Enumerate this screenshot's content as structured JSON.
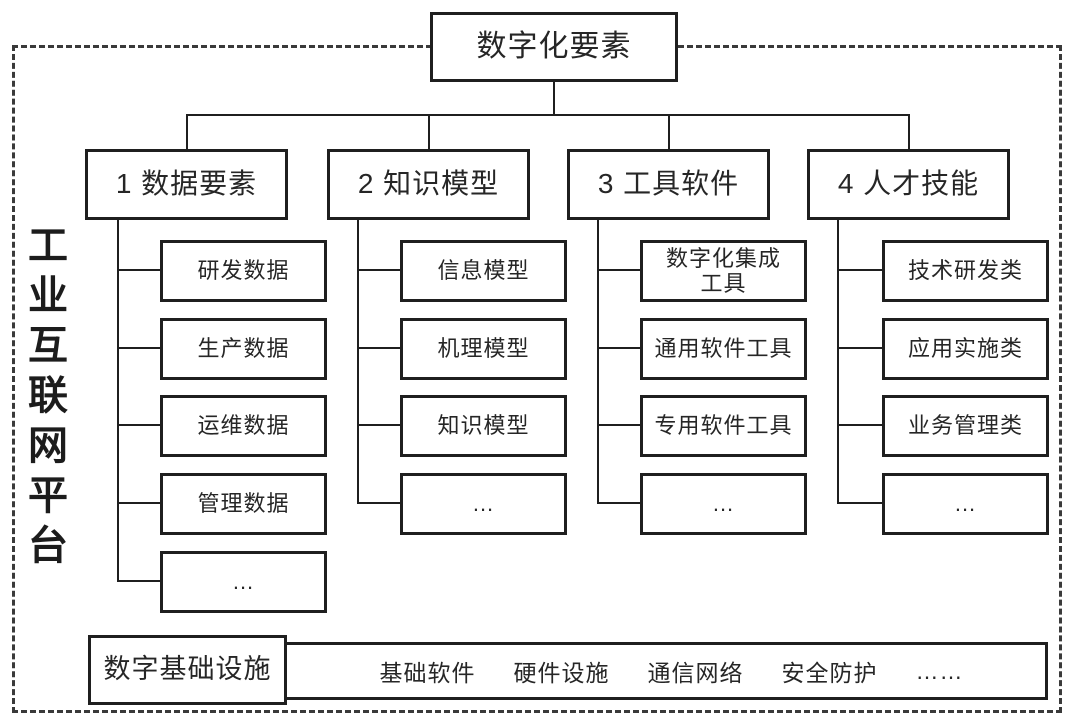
{
  "diagram": {
    "root_label": "数字化要素",
    "platform_label": "工业互联网平台",
    "branches": [
      {
        "label": "1 数据要素",
        "children": [
          "研发数据",
          "生产数据",
          "运维数据",
          "管理数据",
          "..."
        ]
      },
      {
        "label": "2 知识模型",
        "children": [
          "信息模型",
          "机理模型",
          "知识模型",
          "..."
        ]
      },
      {
        "label": "3 工具软件",
        "children": [
          "数字化集成\n工具",
          "通用软件工具",
          "专用软件工具",
          "..."
        ]
      },
      {
        "label": "4 人才技能",
        "children": [
          "技术研发类",
          "应用实施类",
          "业务管理类",
          "..."
        ]
      }
    ],
    "infrastructure": {
      "label": "数字基础设施",
      "items": [
        "基础软件",
        "硬件设施",
        "通信网络",
        "安全防护",
        "……"
      ]
    },
    "colors": {
      "line": "#1f1f1f",
      "text": "#262626",
      "background": "#ffffff",
      "dashed_border": "#3a3a3a"
    }
  }
}
